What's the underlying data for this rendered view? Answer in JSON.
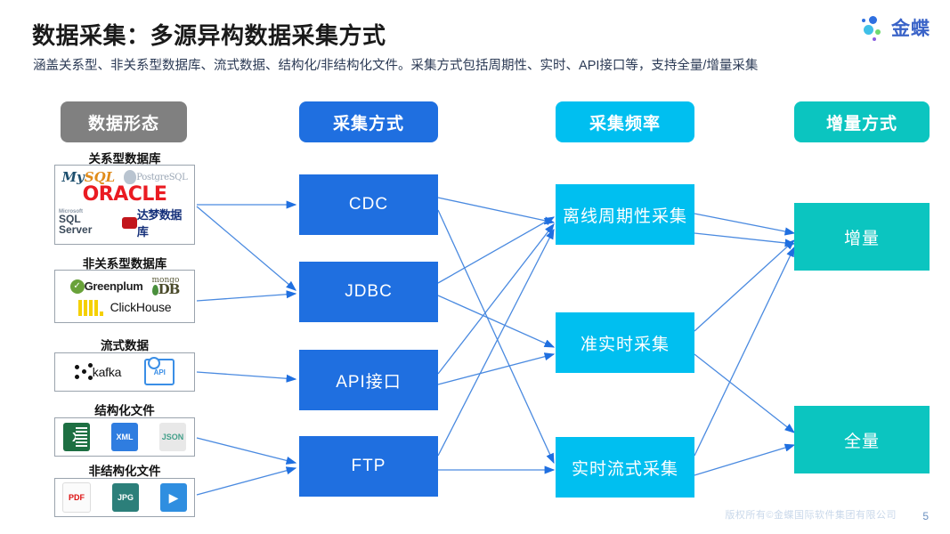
{
  "header": {
    "title": "数据采集：多源异构数据采集方式",
    "subtitle": "涵盖关系型、非关系型数据库、流式数据、结构化/非结构化文件。采集方式包括周期性、实时、API接口等，支持全量/增量采集",
    "logo_text": "金蝶"
  },
  "columns": [
    {
      "label": "数据形态",
      "color": "#808080"
    },
    {
      "label": "采集方式",
      "color": "#1f6fe0"
    },
    {
      "label": "采集频率",
      "color": "#00bff0"
    },
    {
      "label": "增量方式",
      "color": "#0bc5c0"
    }
  ],
  "sources": [
    {
      "label": "关系型数据库",
      "logos": [
        "MySQL",
        "PostgreSQL",
        "ORACLE",
        "达梦数据库",
        "SQL Server"
      ]
    },
    {
      "label": "非关系型数据库",
      "logos": [
        "Greenplum",
        "mongoDB",
        "ClickHouse"
      ]
    },
    {
      "label": "流式数据",
      "logos": [
        "kafka",
        "API"
      ]
    },
    {
      "label": "结构化文件",
      "logos": [
        "X",
        "XML",
        "JSON"
      ]
    },
    {
      "label": "非结构化文件",
      "logos": [
        "PDF",
        "JPG",
        "VIDEO"
      ]
    }
  ],
  "methods": [
    {
      "label": "CDC",
      "color": "#1f6fe0"
    },
    {
      "label": "JDBC",
      "color": "#1f6fe0"
    },
    {
      "label": "API接口",
      "color": "#1f6fe0"
    },
    {
      "label": "FTP",
      "color": "#1f6fe0"
    }
  ],
  "frequencies": [
    {
      "label": "离线周期性采集",
      "color": "#00bff0"
    },
    {
      "label": "准实时采集",
      "color": "#00bff0"
    },
    {
      "label": "实时流式采集",
      "color": "#00bff0"
    }
  ],
  "increments": [
    {
      "label": "增量",
      "color": "#0bc5c0"
    },
    {
      "label": "全量",
      "color": "#0bc5c0"
    }
  ],
  "logo_labels": {
    "mysql_my": "My",
    "mysql_sql": "SQL",
    "postgresql": "PostgreSQL",
    "oracle": "ORACLE",
    "dameng": "达梦数据库",
    "sqlserver": "SQL Server",
    "sqlserver_sub": "Microsoft",
    "greenplum": "Greenplum",
    "mongo_top": "mongo",
    "mongo_db": "DB",
    "clickhouse": "ClickHouse",
    "kafka": "kafka",
    "api": "API",
    "excel": "X",
    "xml": "XML",
    "json": "JSON",
    "pdf": "PDF",
    "jpg": "JPG",
    "video": "▶"
  },
  "footer": {
    "copyright": "版权所有©金蝶国际软件集团有限公司",
    "page_number": "5"
  }
}
